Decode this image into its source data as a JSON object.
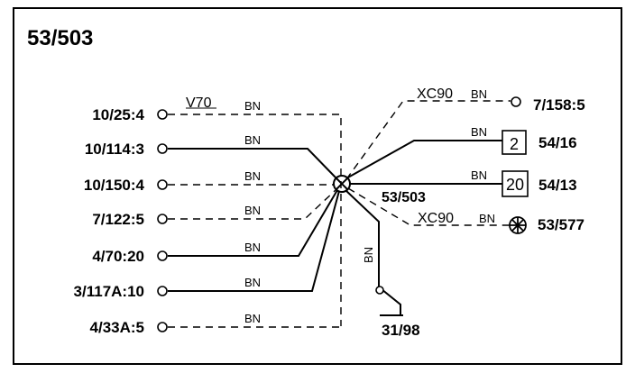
{
  "diagram": {
    "title": "53/503",
    "splice_label": "53/503",
    "left_terminals": [
      "10/25:4",
      "10/114:3",
      "10/150:4",
      "7/122:5",
      "4/70:20",
      "3/117A:10",
      "4/33A:5"
    ],
    "right": {
      "r1": "7/158:5",
      "r2_box": "2",
      "r2": "54/16",
      "r3_box": "20",
      "r3": "54/13",
      "r4": "53/577"
    },
    "ground": "31/98",
    "model_labels": {
      "v70": "V70",
      "xc90_top": "XC90",
      "xc90_bottom": "XC90"
    },
    "wire_color": "BN"
  }
}
